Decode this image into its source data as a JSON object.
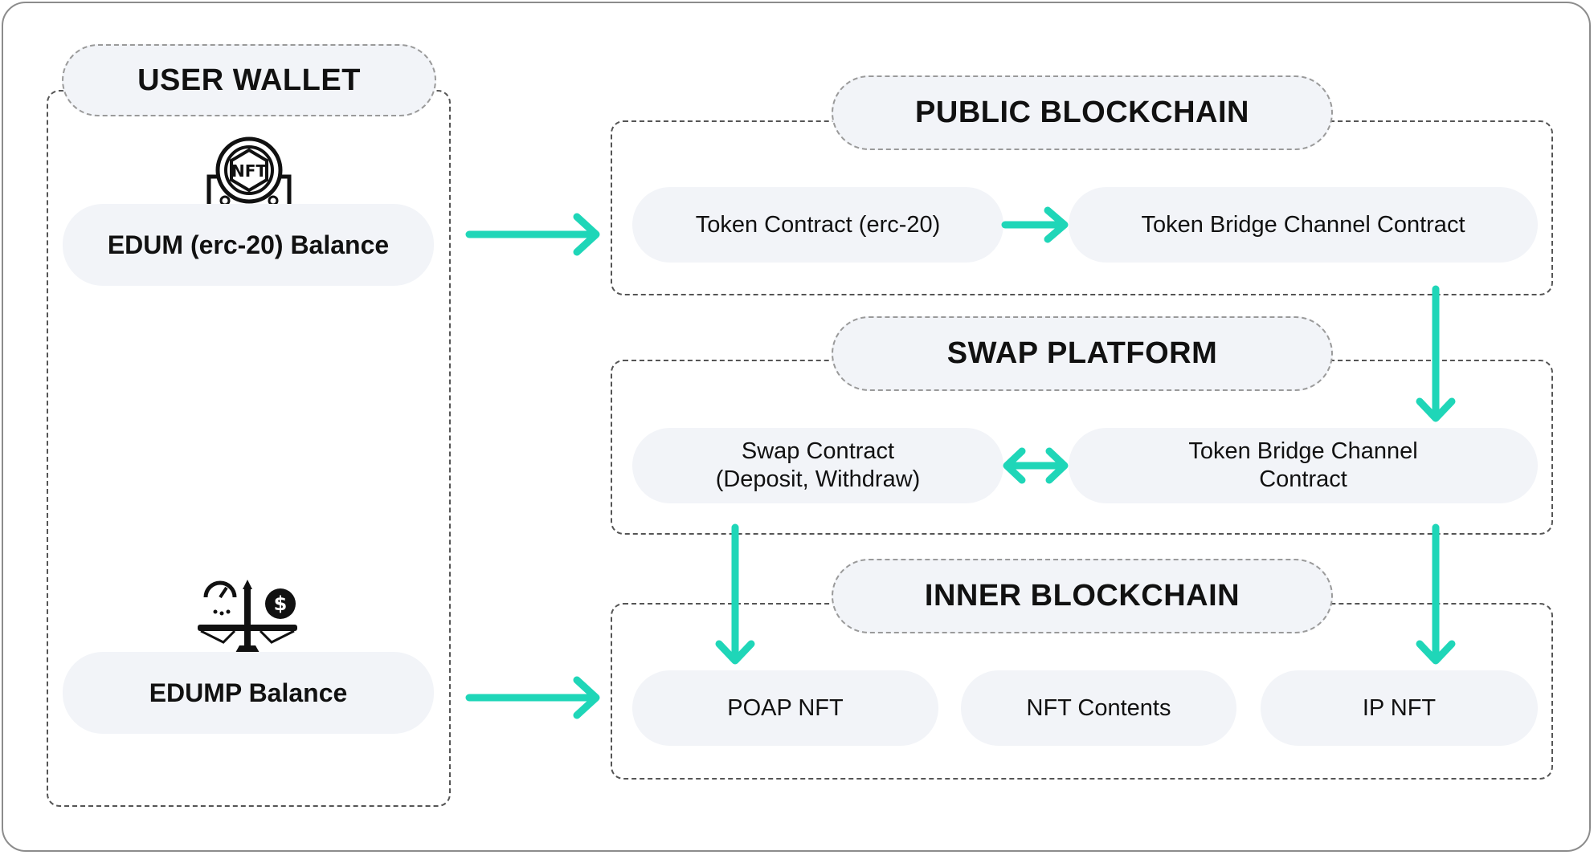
{
  "user_wallet": {
    "title": "USER WALLET",
    "edum_balance": "EDUM (erc-20) Balance",
    "edump_balance": "EDUMP Balance",
    "nft_icon_text": "NFT",
    "dollar_icon_text": "$"
  },
  "public_blockchain": {
    "title": "PUBLIC BLOCKCHAIN",
    "token_contract": "Token Contract (erc-20)",
    "bridge_contract": "Token Bridge Channel Contract"
  },
  "swap_platform": {
    "title": "SWAP PLATFORM",
    "swap_contract_line1": "Swap Contract",
    "swap_contract_line2": "(Deposit, Withdraw)",
    "bridge_contract_line1": "Token Bridge Channel",
    "bridge_contract_line2": "Contract"
  },
  "inner_blockchain": {
    "title": "INNER BLOCKCHAIN",
    "poap_nft": "POAP NFT",
    "nft_contents": "NFT Contents",
    "ip_nft": "IP NFT"
  },
  "colors": {
    "arrow": "#1fd6b8",
    "pill_bg": "#f2f4f8",
    "border": "#555555"
  }
}
